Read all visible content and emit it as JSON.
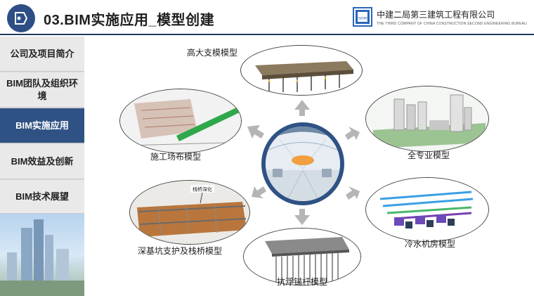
{
  "header": {
    "title": "03.BIM实施应用_模型创建",
    "company_name": "中建二局第三建筑工程有限公司",
    "company_en": "THE THIRD COMPANY OF CHINA CONSTRUCTION SECOND ENGINEERING BUREAU",
    "logo_text": "cscec"
  },
  "sidebar": {
    "items": [
      {
        "label": "公司及项目简介",
        "active": false
      },
      {
        "label": "BIM团队及组织环境",
        "active": false
      },
      {
        "label": "BIM实施应用",
        "active": true
      },
      {
        "label": "BIM效益及创新",
        "active": false
      },
      {
        "label": "BIM技术展望",
        "active": false
      }
    ]
  },
  "models": {
    "top": "高大支模模型",
    "left_upper": "施工场布模型",
    "right_upper": "全专业模型",
    "left_lower": "深基坑支护及栈桥模型",
    "left_lower_tag": "栈桥深化",
    "right_lower": "冷水机房模型",
    "bottom": "抗浮锚杆模型"
  },
  "colors": {
    "accent": "#2f5284",
    "arrow": "#b5b5b5",
    "ellipse_border": "#444444",
    "sidebar_bg": "#e9e9e9"
  }
}
